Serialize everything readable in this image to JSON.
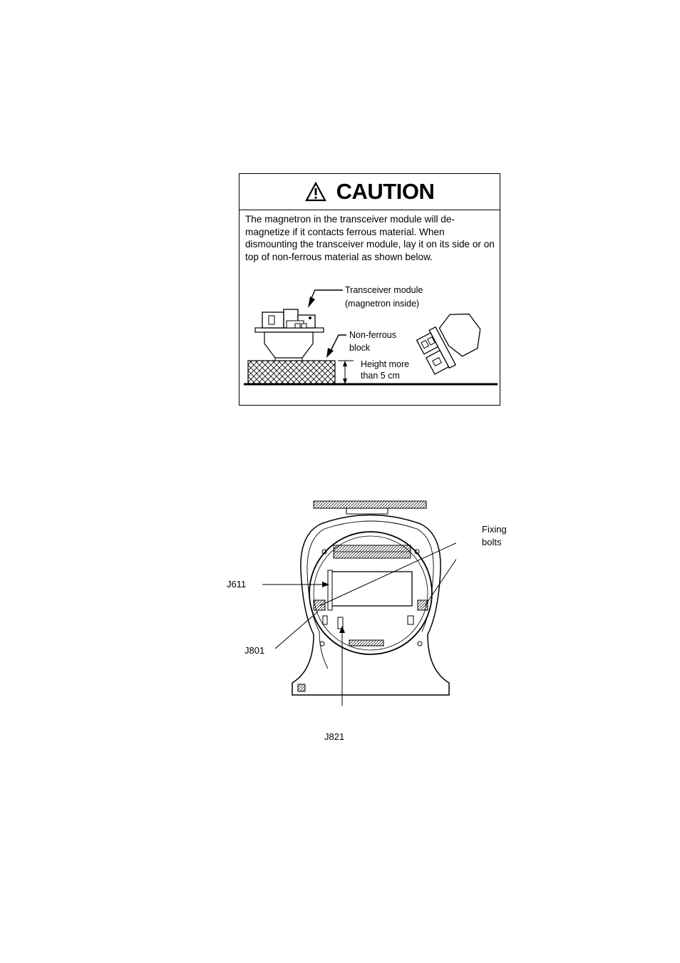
{
  "caution": {
    "title": "CAUTION",
    "icon": "warning-triangle-icon",
    "text": "The magnetron in the transceiver module will de-magnetize if it contacts ferrous material. When dismounting the transceiver module, lay it on its side or on top of non-ferrous material as shown below.",
    "labels": {
      "transceiver_line1": "Transceiver module",
      "transceiver_line2": "(magnetron inside)",
      "block_line1": "Non-ferrous",
      "block_line2": "block",
      "height_line1": "Height more",
      "height_line2": "than 5 cm"
    }
  },
  "unit_diagram": {
    "labels": {
      "fixing_line1": "Fixing",
      "fixing_line2": "bolts",
      "j611": "J611",
      "j801": "J801",
      "j821": "J821"
    }
  }
}
